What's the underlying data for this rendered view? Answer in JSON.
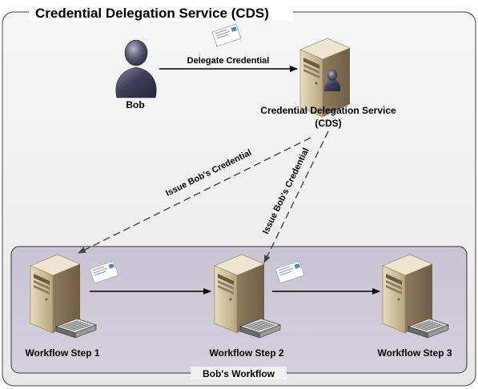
{
  "diagram": {
    "title": "Credential Delegation Service (CDS)",
    "actors": {
      "bob": {
        "label": "Bob"
      },
      "cds": {
        "label_line1": "Credential Delegation Service",
        "label_line2": "(CDS)"
      }
    },
    "edges": {
      "delegate": "Delegate Credential",
      "issue_step1": "Issue Bob's Credential",
      "issue_step2": "Issue Bob's Credential"
    },
    "workflow": {
      "label": "Bob's Workflow",
      "steps": [
        {
          "label": "Workflow Step 1"
        },
        {
          "label": "Workflow Step 2"
        },
        {
          "label": "Workflow Step 3"
        }
      ]
    }
  },
  "icons": {
    "person": "person-icon",
    "server": "server-icon",
    "credential": "credential-card-icon"
  },
  "colors": {
    "outer_panel": "#f0f0f0",
    "workflow_panel": "#cfcad6",
    "person_body": "#3d3d57",
    "server_body": "#d9c9a6",
    "server_front": "#a89373",
    "arrow": "#000000",
    "dashed_arrow": "#555555"
  }
}
